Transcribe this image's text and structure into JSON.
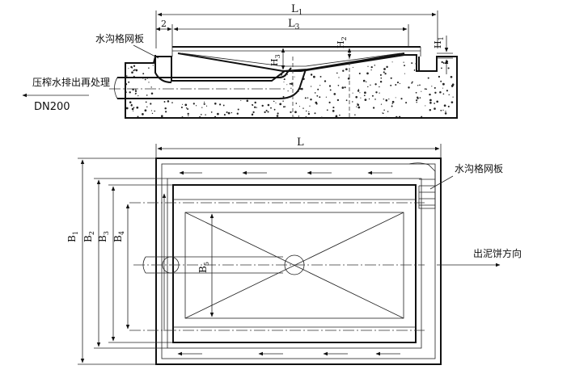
{
  "labels": {
    "grate_top": "水沟格网板",
    "grate_plan": "水沟格网板",
    "press_water": "压榨水排出再处理",
    "pipe_dn": "DN200",
    "cake_direction": "出泥饼方向"
  },
  "dimensions": {
    "L1": "L",
    "L1_sub": "1",
    "L3": "L",
    "L3_sub": "3",
    "two": "2",
    "H1": "H",
    "H1_sub": "1",
    "H2": "H",
    "H2_sub": "2",
    "H3": "H",
    "H3_sub": "3",
    "L_plan": "L",
    "B1": "B",
    "B1_sub": "1",
    "B2": "B",
    "B2_sub": "2",
    "B3": "B",
    "B3_sub": "3",
    "B4": "B",
    "B4_sub": "4",
    "B5": "B",
    "B5_sub": "5"
  },
  "colors": {
    "ink": "#111111",
    "paper": "#ffffff"
  }
}
